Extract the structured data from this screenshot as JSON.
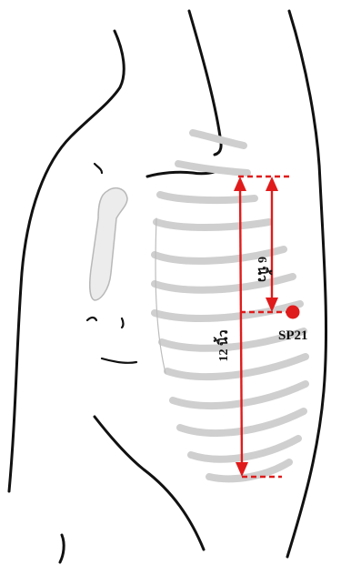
{
  "point": {
    "label": "SP21",
    "color": "#e01b1b"
  },
  "measurements": {
    "short_label": "6 นิ้ว",
    "long_label": "12 นิ้ว",
    "color": "#e01b1b"
  },
  "colors": {
    "outline": "#111111",
    "rib": "#cfcfcf",
    "background": "#ffffff"
  }
}
